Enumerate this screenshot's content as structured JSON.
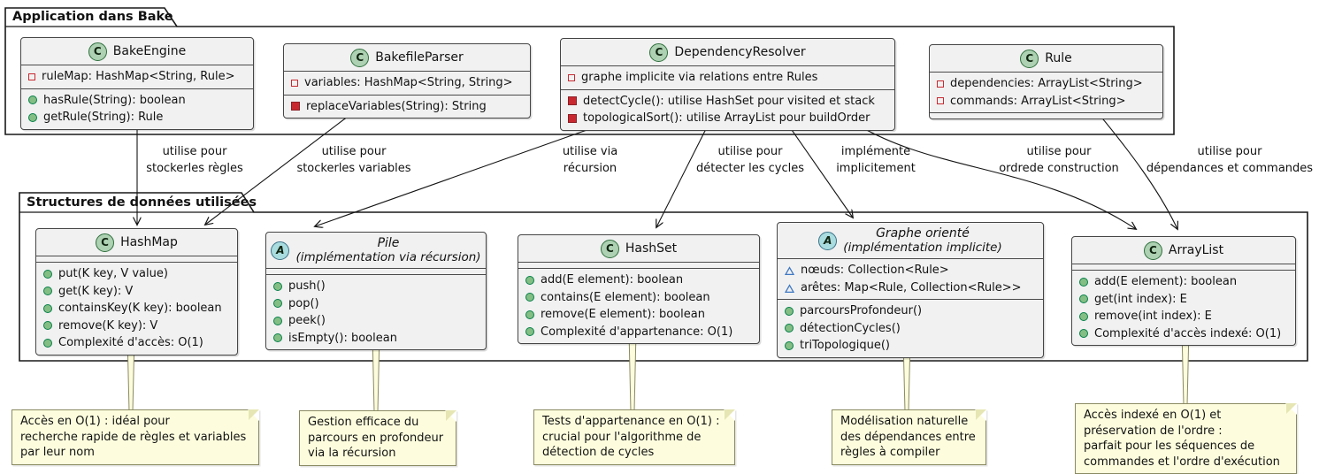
{
  "diagram": {
    "packages": {
      "app": {
        "title": "Application dans Bake"
      },
      "structures": {
        "title": "Structures de données utilisées"
      }
    },
    "classes": {
      "bakeEngine": {
        "icon": "C",
        "name": "BakeEngine",
        "attributes": [
          "ruleMap: HashMap<String, Rule>"
        ],
        "methods": [
          "hasRule(String): boolean",
          "getRule(String): Rule"
        ]
      },
      "bakefileParser": {
        "icon": "C",
        "name": "BakefileParser",
        "attributes": [
          "variables: HashMap<String, String>"
        ],
        "methods": [
          "replaceVariables(String): String"
        ]
      },
      "dependencyResolver": {
        "icon": "C",
        "name": "DependencyResolver",
        "attributes": [
          "graphe implicite via relations entre Rules"
        ],
        "methods": [
          "detectCycle(): utilise HashSet pour visited et stack",
          "topologicalSort(): utilise ArrayList pour buildOrder"
        ]
      },
      "rule": {
        "icon": "C",
        "name": "Rule",
        "attributes": [
          "dependencies: ArrayList<String>",
          "commands: ArrayList<String>"
        ],
        "methods": []
      },
      "hashMap": {
        "icon": "C",
        "name": "HashMap",
        "methods": [
          "put(K key, V value)",
          "get(K key): V",
          "containsKey(K key): boolean",
          "remove(K key): V",
          "Complexité d'accès: O(1)"
        ]
      },
      "pile": {
        "icon": "A",
        "name": "Pile",
        "subtitle": "(implémentation via récursion)",
        "methods": [
          "push()",
          "pop()",
          "peek()",
          "isEmpty(): boolean"
        ]
      },
      "hashSet": {
        "icon": "C",
        "name": "HashSet",
        "methods": [
          "add(E element): boolean",
          "contains(E element): boolean",
          "remove(E element): boolean",
          "Complexité d'appartenance: O(1)"
        ]
      },
      "grapheOriente": {
        "icon": "A",
        "name": "Graphe orienté",
        "subtitle": "(implémentation implicite)",
        "attributes": [
          "nœuds: Collection<Rule>",
          "arêtes: Map<Rule, Collection<Rule>>"
        ],
        "methods": [
          "parcoursProfondeur()",
          "détectionCycles()",
          "triTopologique()"
        ]
      },
      "arrayList": {
        "icon": "C",
        "name": "ArrayList",
        "methods": [
          "add(E element): boolean",
          "get(int index): E",
          "remove(int index): E",
          "Complexité d'accès indexé: O(1)"
        ]
      }
    },
    "edge_labels": [
      "utilise pour\nstockerles règles",
      "utilise pour\nstockerles variables",
      "utilise via\nrécursion",
      "utilise pour\ndétecter les cycles",
      "implémente\nimplicitement",
      "utilise pour\nordrede construction",
      "utilise pour\ndépendances et commandes"
    ],
    "notes": [
      "Accès en O(1) : idéal pour\nrecherche rapide de règles et variables\npar leur nom",
      "Gestion efficace du\nparcours en profondeur\nvia la récursion",
      "Tests d'appartenance en O(1) :\ncrucial pour l'algorithme de\ndétection de cycles",
      "Modélisation naturelle\ndes dépendances entre\nrègles à compiler",
      "Accès indexé en O(1) et\npréservation de l'ordre :\nparfait pour les séquences de\ncommandes et l'ordre d'exécution"
    ],
    "colors": {
      "class_fill": "#F1F1F1",
      "class_border": "#454545",
      "class_icon_fill": "#ADD1B2",
      "abstract_icon_fill": "#A9DCDF",
      "note_fill": "#FDFDDE",
      "note_border": "#8A8A62",
      "public_marker": "#84BE84",
      "private_marker": "#C82930",
      "package_marker": "#3E78C2"
    }
  }
}
